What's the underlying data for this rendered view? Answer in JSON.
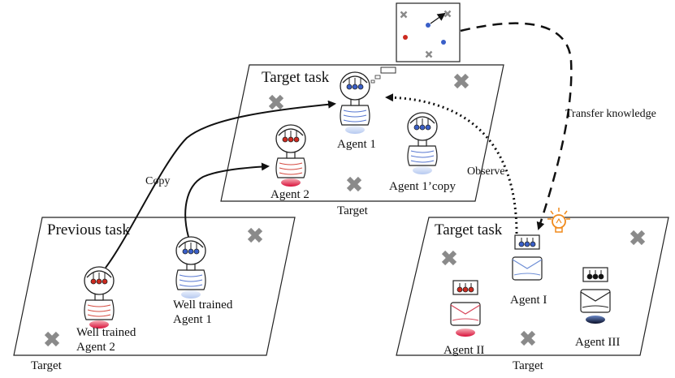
{
  "panels": {
    "previous": {
      "title": "Previous task",
      "target_label": "Target"
    },
    "middle": {
      "title": "Target task",
      "target_label": "Target"
    },
    "right": {
      "title": "Target task",
      "target_label": "Target"
    }
  },
  "agents": {
    "prev_agent2": "Well trained\nAgent 2",
    "prev_agent1": "Well trained\nAgent 1",
    "mid_agent1": "Agent 1",
    "mid_agent2": "Agent 2",
    "mid_agent1_copy": "Agent 1’copy",
    "right_agent1": "Agent I",
    "right_agent2": "Agent II",
    "right_agent3": "Agent III"
  },
  "arrows": {
    "copy": "Copy",
    "observe": "Observe",
    "transfer": "Transfer knowledge"
  },
  "colors": {
    "red": "#cc2a1f",
    "blue": "#3a5fc8",
    "black": "#111111",
    "target_x": "#8a8a8a",
    "bulb": "#f08a1c"
  }
}
